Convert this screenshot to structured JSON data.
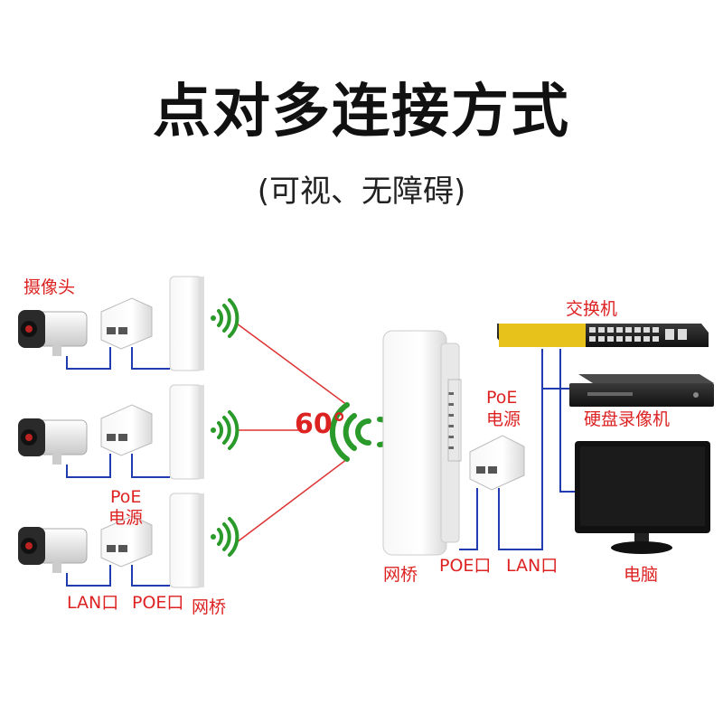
{
  "title": "点对多连接方式",
  "subtitle": "(可视、无障碍)",
  "angle": "60°",
  "labels": {
    "camera": "摄像头",
    "poe_left_1": "PoE",
    "poe_left_2": "电源",
    "lan_left": "LAN口",
    "poe_port_left": "POE口",
    "bridge_left": "网桥",
    "poe_right_1": "PoE",
    "poe_right_2": "电源",
    "bridge_right": "网桥",
    "poe_port_right": "POE口",
    "lan_right": "LAN口",
    "switch": "交换机",
    "nvr": "硬盘录像机",
    "computer": "电脑"
  },
  "colors": {
    "link": "#1f3cb0",
    "radio": "#d22",
    "signal": "#2a9a2a",
    "text_red": "#d22"
  }
}
